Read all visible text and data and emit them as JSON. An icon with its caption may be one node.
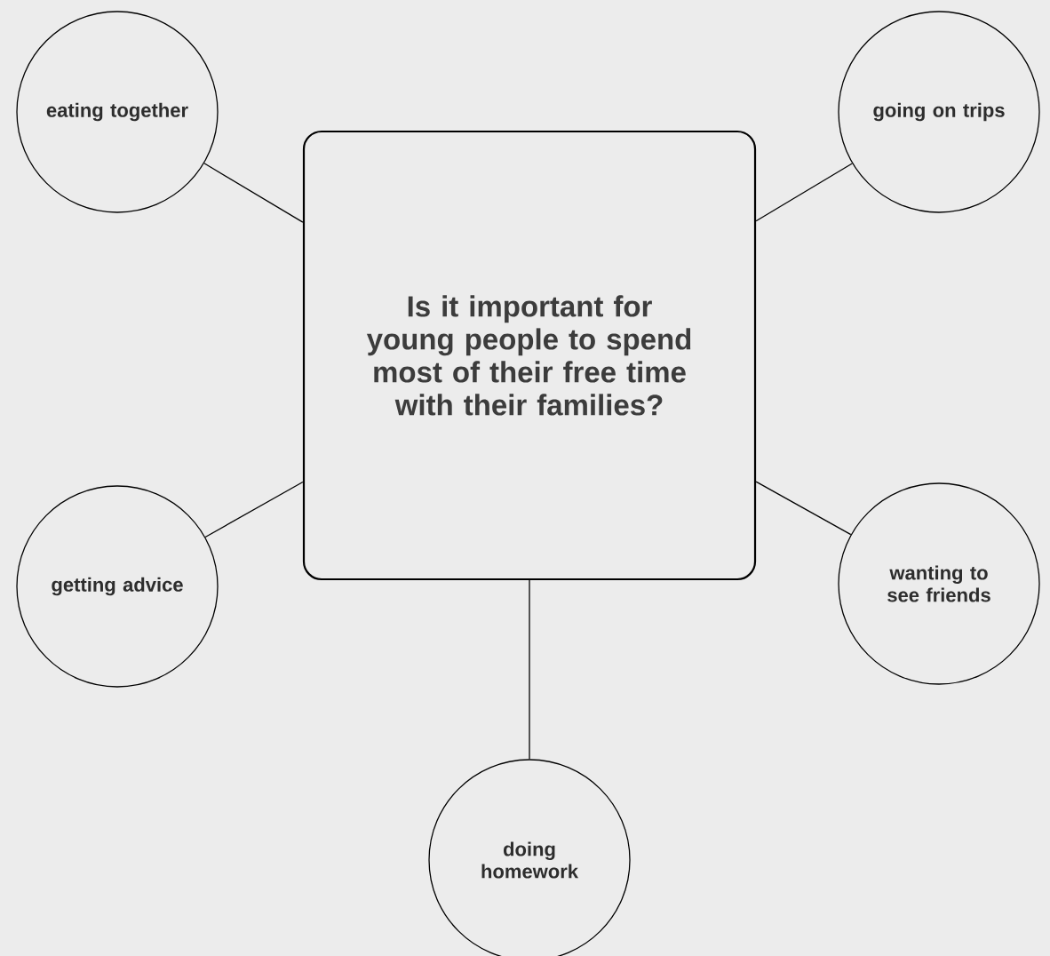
{
  "diagram": {
    "nodes": [
      {
        "text": [
          "Is it important for young people to spend most of their free time with their families?"
        ]
      },
      {
        "text": [
          "eating together"
        ]
      },
      {
        "text": [
          "going on trips"
        ]
      },
      {
        "text": [
          "getting advice"
        ]
      },
      {
        "text": [
          "wanting to see friends"
        ]
      },
      {
        "text": [
          "doing homework"
        ]
      }
    ],
    "edges": [
      {
        "from": 0,
        "to": 1,
        "arrow": "none"
      },
      {
        "from": 0,
        "to": 2,
        "arrow": "none"
      },
      {
        "from": 0,
        "to": 3,
        "arrow": "none"
      },
      {
        "from": 0,
        "to": 4,
        "arrow": "none"
      },
      {
        "from": 0,
        "to": 5,
        "arrow": "none"
      }
    ]
  }
}
